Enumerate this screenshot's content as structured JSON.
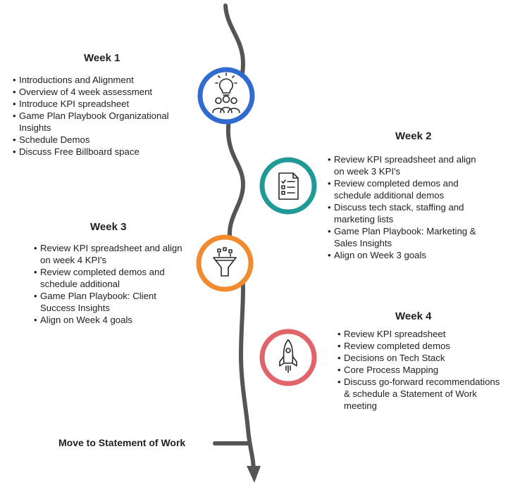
{
  "weeks": [
    {
      "title": "Week 1",
      "color": "#2f6bd0",
      "icon": "lightbulb-team-icon",
      "items": [
        "Introductions and Alignment",
        "Overview of 4 week assessment",
        "Introduce KPI spreadsheet",
        "Game Plan Playbook Organizational Insights",
        "Schedule Demos",
        "Discuss Free Billboard space"
      ]
    },
    {
      "title": "Week 2",
      "color": "#1f9a96",
      "icon": "checklist-icon",
      "items": [
        "Review KPI spreadsheet and align on week 3 KPI's",
        "Review completed demos and schedule additional demos",
        "Discuss tech stack, staffing and marketing lists",
        "Game Plan Playbook: Marketing & Sales Insights",
        "Align on Week 3 goals"
      ]
    },
    {
      "title": "Week 3",
      "color": "#f28a2e",
      "icon": "funnel-icon",
      "items": [
        "Review KPI spreadsheet and align on week 4 KPI's",
        "Review completed demos and schedule additional",
        "Game Plan Playbook: Client Success Insights",
        "Align on Week 4 goals"
      ]
    },
    {
      "title": "Week 4",
      "color": "#e0646a",
      "icon": "rocket-icon",
      "items": [
        "Review KPI spreadsheet",
        "Review completed demos",
        "Decisions on Tech Stack",
        "Core Process Mapping",
        "Discuss go-forward recommendations & schedule a Statement of Work meeting"
      ]
    }
  ],
  "footer": {
    "label": "Move to Statement of Work"
  },
  "colors": {
    "path": "#555555",
    "text": "#1f1f1f"
  }
}
